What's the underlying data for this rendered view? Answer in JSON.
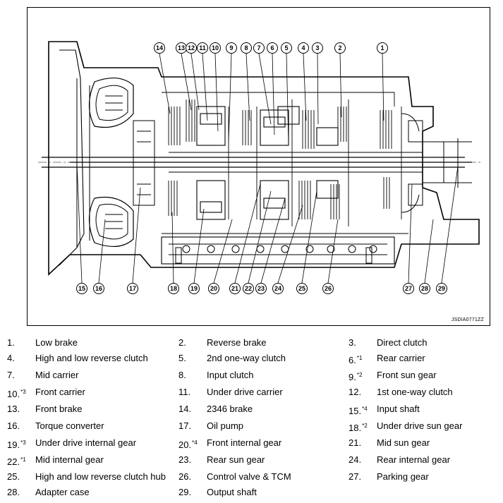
{
  "figure": {
    "code": "JSDIA0771ZZ",
    "top_callouts": [
      "14",
      "13",
      "12",
      "11",
      "10",
      "9",
      "8",
      "7",
      "6",
      "5",
      "4",
      "3",
      "2",
      "1"
    ],
    "bottom_callouts": [
      "15",
      "16",
      "17",
      "18",
      "19",
      "20",
      "21",
      "22",
      "23",
      "24",
      "25",
      "26",
      "27",
      "28",
      "29"
    ]
  },
  "legend": [
    {
      "num": "1.",
      "sup": "",
      "name": "Low brake"
    },
    {
      "num": "2.",
      "sup": "",
      "name": "Reverse brake"
    },
    {
      "num": "3.",
      "sup": "",
      "name": "Direct clutch"
    },
    {
      "num": "4.",
      "sup": "",
      "name": "High and low reverse clutch"
    },
    {
      "num": "5.",
      "sup": "",
      "name": "2nd one-way clutch"
    },
    {
      "num": "6.",
      "sup": "*1",
      "name": "Rear carrier"
    },
    {
      "num": "7.",
      "sup": "",
      "name": "Mid carrier"
    },
    {
      "num": "8.",
      "sup": "",
      "name": "Input clutch"
    },
    {
      "num": "9.",
      "sup": "*2",
      "name": "Front sun gear"
    },
    {
      "num": "10.",
      "sup": "*3",
      "name": "Front carrier"
    },
    {
      "num": "11.",
      "sup": "",
      "name": "Under drive carrier"
    },
    {
      "num": "12.",
      "sup": "",
      "name": "1st one-way clutch"
    },
    {
      "num": "13.",
      "sup": "",
      "name": "Front brake"
    },
    {
      "num": "14.",
      "sup": "",
      "name": "2346 brake"
    },
    {
      "num": "15.",
      "sup": "*4",
      "name": "Input shaft"
    },
    {
      "num": "16.",
      "sup": "",
      "name": "Torque converter"
    },
    {
      "num": "17.",
      "sup": "",
      "name": "Oil pump"
    },
    {
      "num": "18.",
      "sup": "*2",
      "name": "Under drive sun gear"
    },
    {
      "num": "19.",
      "sup": "*3",
      "name": "Under drive internal gear"
    },
    {
      "num": "20.",
      "sup": "*4",
      "name": "Front internal gear"
    },
    {
      "num": "21.",
      "sup": "",
      "name": "Mid sun gear"
    },
    {
      "num": "22.",
      "sup": "*1",
      "name": "Mid internal gear"
    },
    {
      "num": "23.",
      "sup": "",
      "name": "Rear sun gear"
    },
    {
      "num": "24.",
      "sup": "",
      "name": "Rear internal gear"
    },
    {
      "num": "25.",
      "sup": "",
      "name": "High and low reverse clutch hub"
    },
    {
      "num": "26.",
      "sup": "",
      "name": "Control valve & TCM"
    },
    {
      "num": "27.",
      "sup": "",
      "name": "Parking gear"
    },
    {
      "num": "28.",
      "sup": "",
      "name": "Adapter case"
    },
    {
      "num": "29.",
      "sup": "",
      "name": "Output shaft"
    }
  ]
}
